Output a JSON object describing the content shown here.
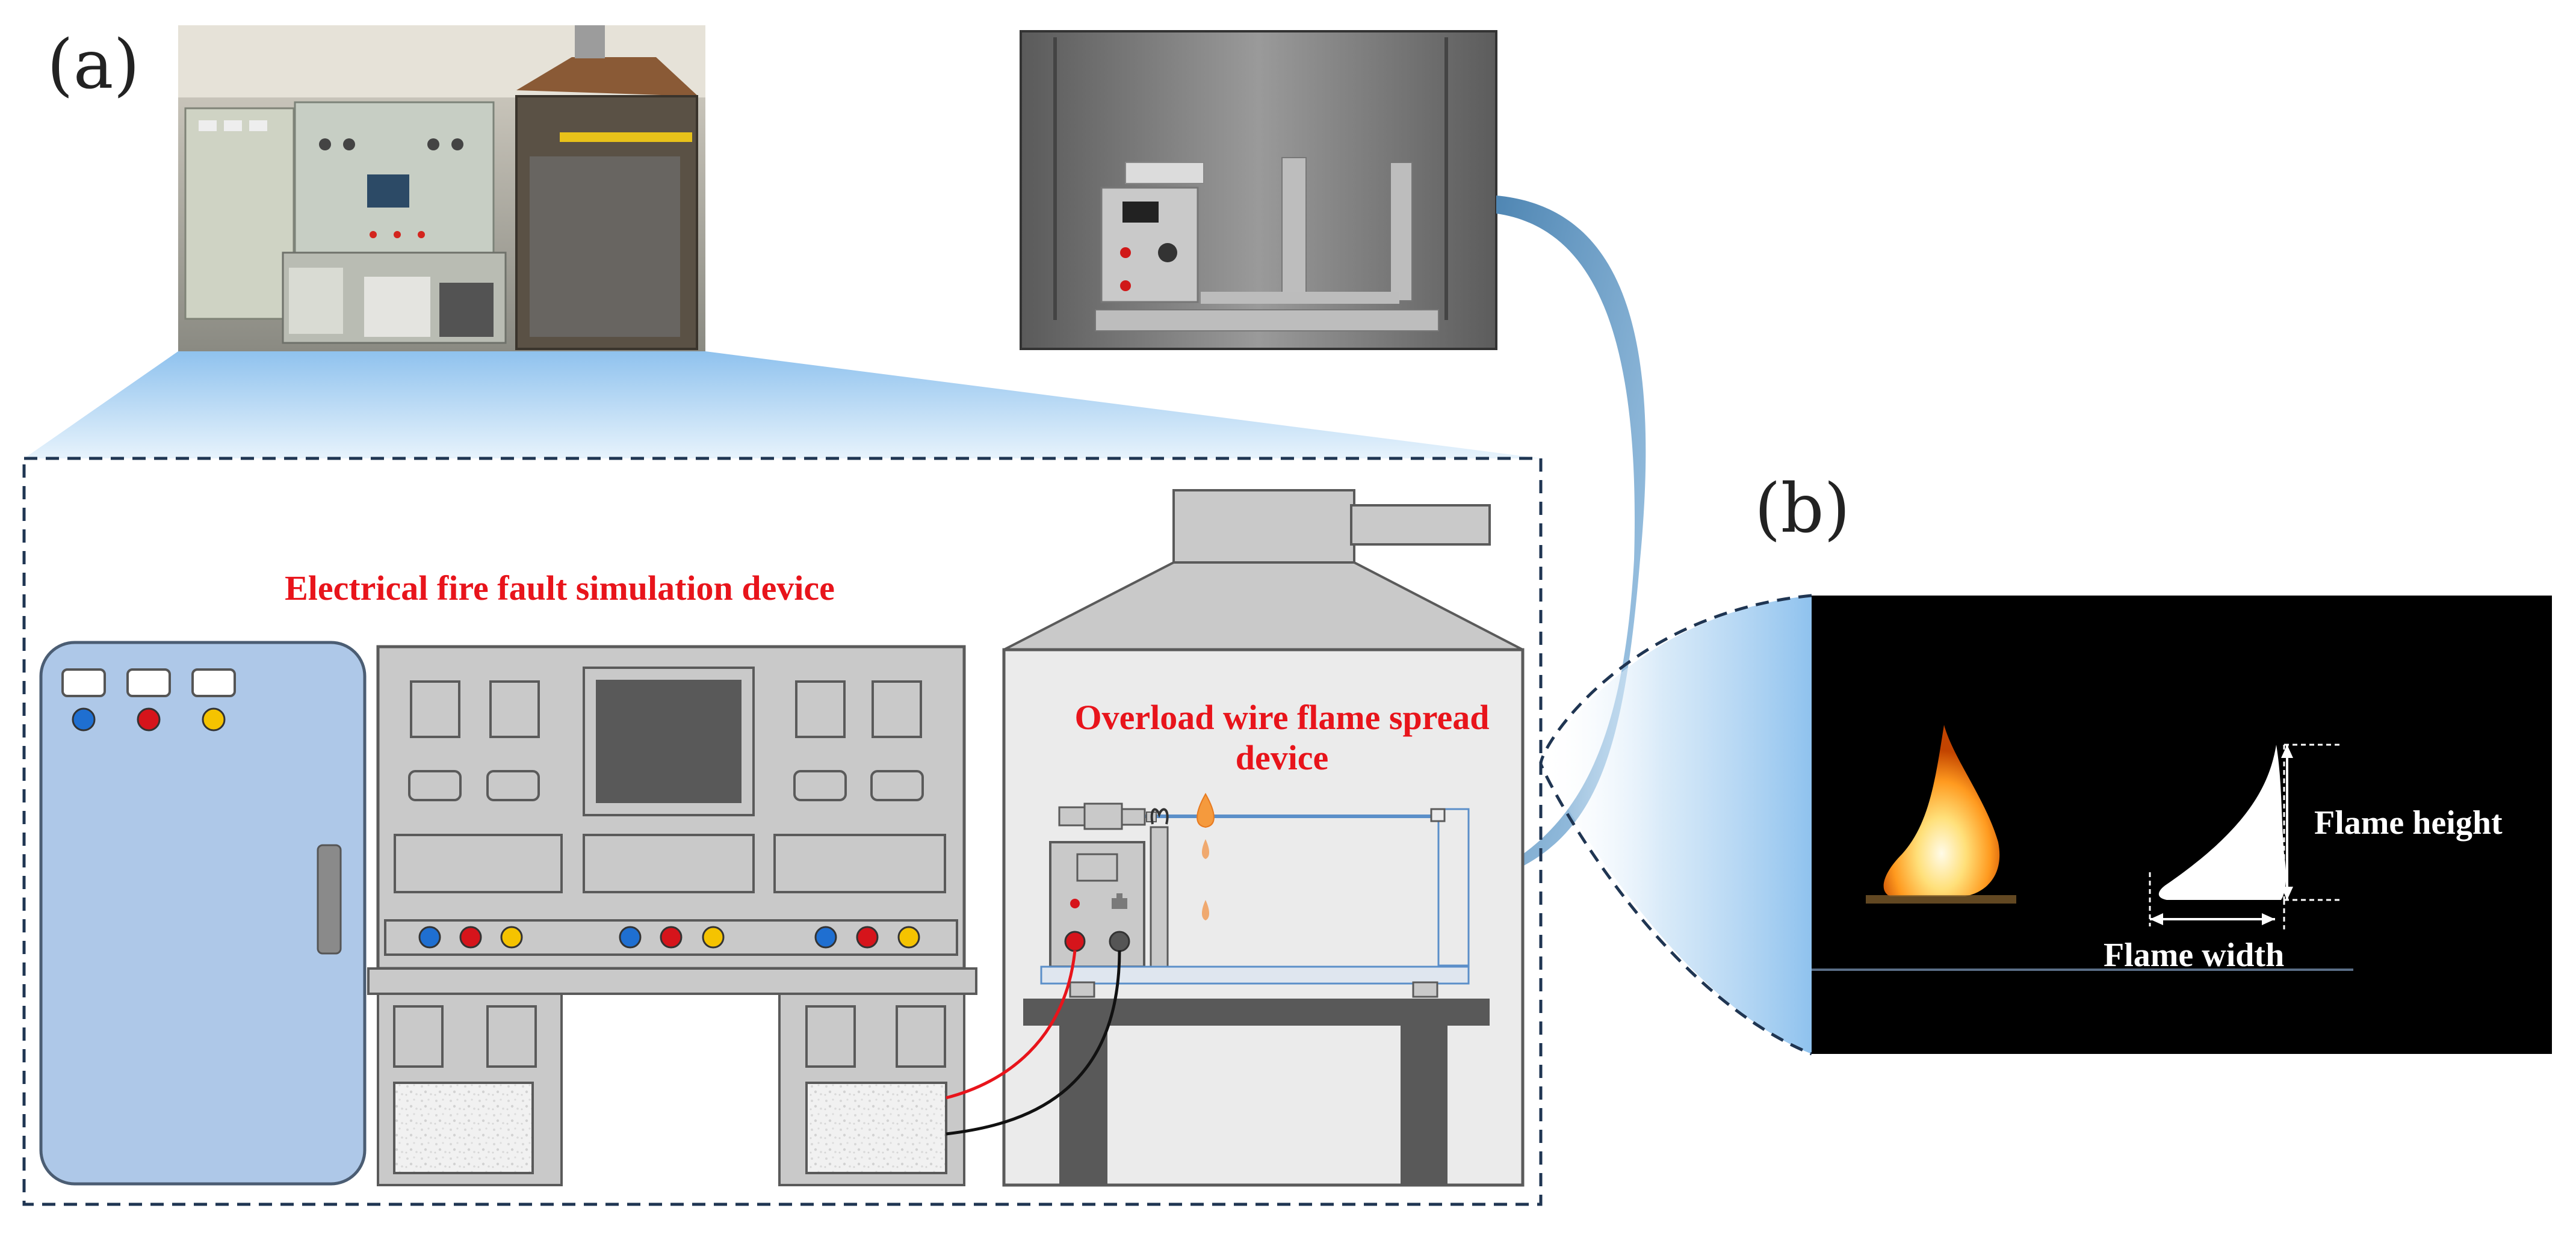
{
  "panel_labels": {
    "a": "(a)",
    "b": "(b)"
  },
  "diagram": {
    "fault_device_label": "Electrical fire fault simulation device",
    "spread_device_label_line1": "Overload wire flame spread",
    "spread_device_label_line2": "device"
  },
  "flame_image": {
    "height_label": "Flame height",
    "width_label": "Flame width"
  },
  "photos": {
    "lab_photo": "Laboratory photo of electrical fire fault simulation cabinets and fume hood",
    "chamber_photo": "Photo of overload wire flame spread test chamber"
  },
  "colors": {
    "accent_red": "#e8141b",
    "cabinet_blue": "#aec8e8",
    "frame_navy": "#1f3552",
    "gray_panel": "#c9c9c9",
    "button_blue": "#1f6fd1",
    "button_red": "#d6141b",
    "button_yellow": "#f5c300"
  }
}
